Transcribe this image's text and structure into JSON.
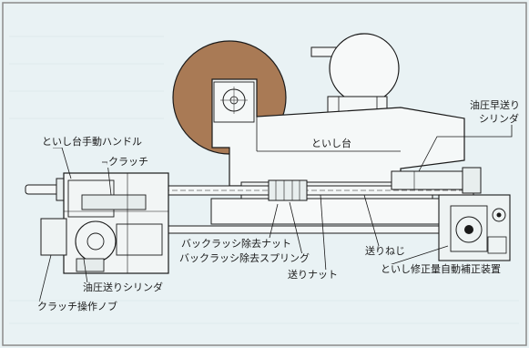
{
  "labels": {
    "hydraulic_rapid_feed": "油圧早送り",
    "cylinder": "シリンダ",
    "wheelhead_hand_handle": "といし台手動ハンドル",
    "clutch": "クラッチ",
    "wheelhead": "といし台",
    "backlash_nut": "バックラッシ除去ナット",
    "backlash_spring": "バックラッシ除去スプリング",
    "feed_screw": "送りねじ",
    "feed_nut": "送りナット",
    "auto_compensator": "といし修正量自動補正装置",
    "hydraulic_feed_cylinder": "油圧送りシリンダ",
    "clutch_knob": "クラッチ操作ノブ"
  },
  "colors": {
    "background": "#e9f2f4",
    "grinding_wheel": "#a97a55",
    "frame_border": "#8a8a8a",
    "line": "#1a1a1a"
  }
}
